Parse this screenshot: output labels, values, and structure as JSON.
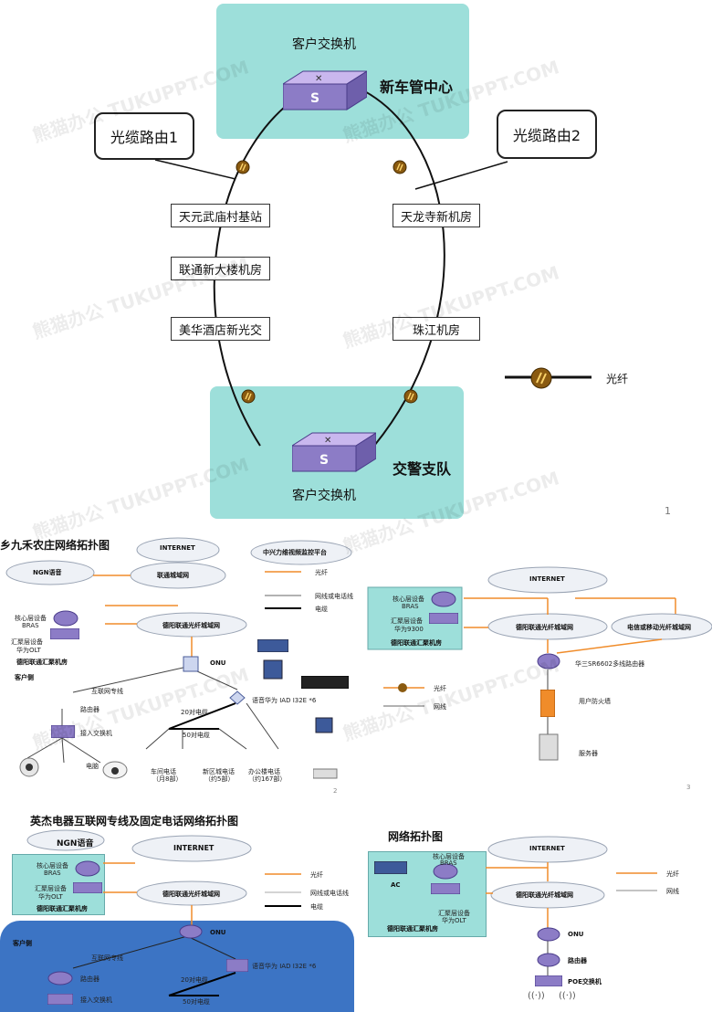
{
  "slide1": {
    "top_switch_label": "客户交换机",
    "top_site": "新车管中心",
    "route1": "光缆路由1",
    "route2": "光缆路由2",
    "left_nodes": [
      "天元武庙村基站",
      "联通新大楼机房",
      "美华酒店新光交"
    ],
    "right_nodes": [
      "天龙寺新机房",
      "珠江机房"
    ],
    "legend_fiber": "光纤",
    "bottom_site": "交警支队",
    "bottom_switch_label": "客户交换机",
    "page_num": "1"
  },
  "slide2": {
    "title": "乡九禾农庄网络拓扑图",
    "internet": "INTERNET",
    "ngn": "NGN语音",
    "unicom_metro": "联通城域网",
    "zte_platform": "中兴力维视频监控平台",
    "legend_fiber": "光纤",
    "legend_net": "网线或电话线",
    "legend_cable": "电缆",
    "core": "核心层设备",
    "bras": "BRAS",
    "agg": "汇聚层设备",
    "olt": "华为OLT",
    "deyang_metro": "德阳联通光纤城域网",
    "room": "德阳联通汇聚机房",
    "customer": "客户侧",
    "onu": "ONU",
    "leased": "互联网专线",
    "router": "路由器",
    "iad": "语音华为 IAD I32E *6",
    "pair20": "20对电缆",
    "pair50": "50对电缆",
    "access_sw": "接入交换机",
    "pc": "电脑",
    "phone_a": "车间电话",
    "phone_a2": "（月8部）",
    "phone_b": "新区城电话",
    "phone_b2": "（约5部）",
    "phone_c": "办公楼电话",
    "phone_c2": "（约167部）",
    "page_num": "2"
  },
  "slide3": {
    "internet": "INTERNET",
    "core": "核心层设备",
    "bras": "BRAS",
    "agg": "汇聚层设备",
    "agg_model": "华为9300",
    "room": "德阳联通汇聚机房",
    "deyang_metro": "德阳联通光纤城域网",
    "other_metro": "电信或移动光纤城域网",
    "router": "华三SR6602多线路由器",
    "firewall": "用户防火墙",
    "server": "服务器",
    "legend_fiber": "光纤",
    "legend_net": "网线",
    "page_num": "3"
  },
  "slide4": {
    "title": "英杰电器互联网专线及固定电话网络拓扑图",
    "ngn": "NGN语音",
    "internet": "INTERNET",
    "core": "核心层设备",
    "bras": "BRAS",
    "agg": "汇聚层设备",
    "olt": "华为OLT",
    "room": "德阳联通汇聚机房",
    "deyang_metro": "德阳联通光纤城域网",
    "legend_fiber": "光纤",
    "legend_net": "网线或电话线",
    "legend_cable": "电缆",
    "customer": "客户侧",
    "onu": "ONU",
    "leased": "互联网专线",
    "router": "路由器",
    "iad": "语音华为 IAD I32E *6",
    "pair20": "20对电缆",
    "pair50": "50对电缆",
    "access_sw": "接入交换机"
  },
  "slide5": {
    "title": "网络拓扑图",
    "internet": "INTERNET",
    "core": "核心层设备",
    "bras": "BRAS",
    "ac": "AC",
    "agg": "汇聚层设备",
    "olt": "华为OLT",
    "room": "德阳联通汇聚机房",
    "deyang_metro": "德阳联通光纤城域网",
    "onu": "ONU",
    "router": "路由器",
    "poe": "POE交换机",
    "legend_fiber": "光纤",
    "legend_net": "网线"
  },
  "watermark": "熊猫办公 TUKUPPT.COM"
}
